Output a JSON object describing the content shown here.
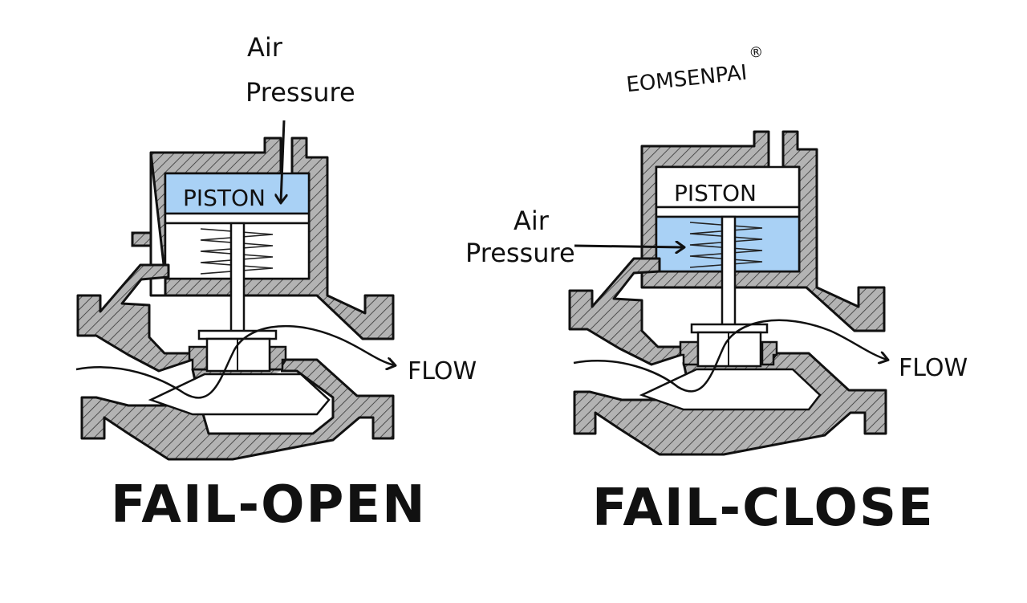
{
  "diagrams": [
    {
      "id": "fail-open",
      "title": "FAIL-OPEN",
      "piston_label": "PISTON",
      "air_label_line1": "Air",
      "air_label_line2": "Pressure",
      "flow_label": "FLOW"
    },
    {
      "id": "fail-close",
      "title": "FAIL-CLOSE",
      "piston_label": "PISTON",
      "air_label_line1": "Air",
      "air_label_line2": "Pressure",
      "flow_label": "FLOW"
    }
  ],
  "watermark": "EOMSENPAI",
  "watermark_mark": "®",
  "colors": {
    "air": "#a9d1f5",
    "body_fill": "#b3b3b3",
    "stroke": "#111111",
    "background": "#ffffff"
  }
}
